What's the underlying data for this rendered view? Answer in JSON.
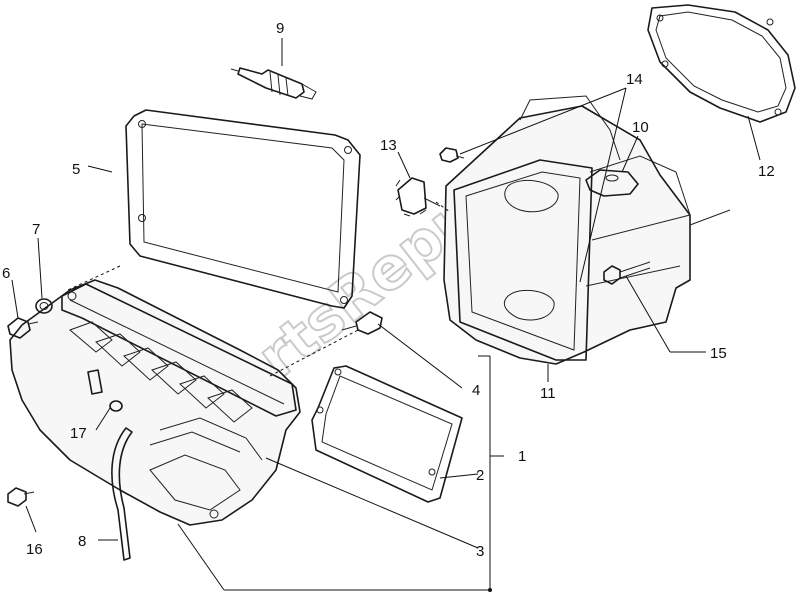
{
  "watermark": "PartsRepublik",
  "callouts": [
    "1",
    "2",
    "3",
    "4",
    "5",
    "6",
    "7",
    "8",
    "9",
    "10",
    "11",
    "12",
    "13",
    "14",
    "15",
    "16",
    "17"
  ]
}
